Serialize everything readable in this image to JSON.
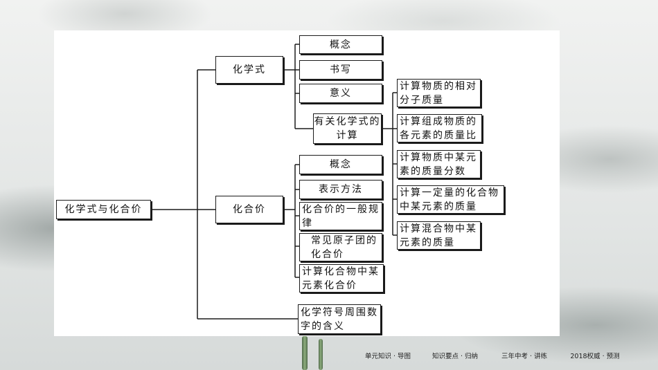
{
  "diagram": {
    "root": "化学式与化合价",
    "branch_formula": "化学式",
    "formula_items": [
      "概念",
      "书写",
      "意义"
    ],
    "formula_calc": "有关化学式的计算",
    "calc_items": [
      "计算物质的相对分子质量",
      "计算组成物质的各元素的质量比",
      "计算物质中某元素的质量分数",
      "计算一定量的化合物中某元素的质量",
      "计算混合物中某元素的质量"
    ],
    "branch_valence": "化合价",
    "valence_items": [
      "概念",
      "表示方法",
      "化合价的一般规律",
      "常见原子团的化合价",
      "计算化合物中某元素化合价"
    ],
    "symbol_numbers": "化学符号周围数字的含义"
  },
  "footer": {
    "links": [
      "单元知识 · 导图",
      "知识要点 · 归纳",
      "三年中考 · 讲练",
      "2018权威 · 预测"
    ]
  }
}
